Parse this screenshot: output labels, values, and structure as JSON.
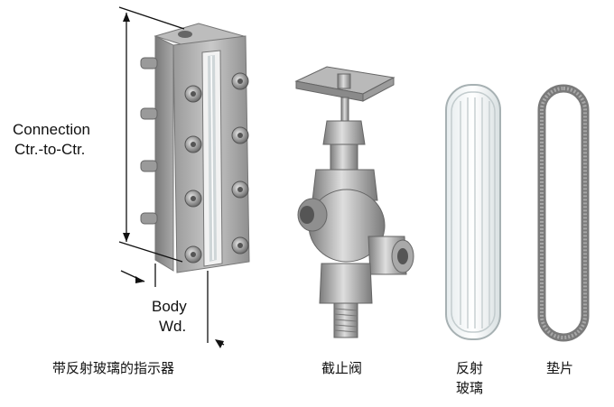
{
  "dimensions": {
    "connection_line1": "Connection",
    "connection_line2": "Ctr.-to-Ctr.",
    "body_line1": "Body",
    "body_line2": "Wd."
  },
  "captions": {
    "gauge": "带反射玻璃的指示器",
    "valve": "截止阀",
    "glass_line1": "反射",
    "glass_line2": "玻璃",
    "gasket": "垫片"
  },
  "colors": {
    "metal_light": "#d0d0d0",
    "metal_mid": "#a8a8a8",
    "metal_dark": "#6e6e6e",
    "gasket": "#8c8c8c"
  }
}
